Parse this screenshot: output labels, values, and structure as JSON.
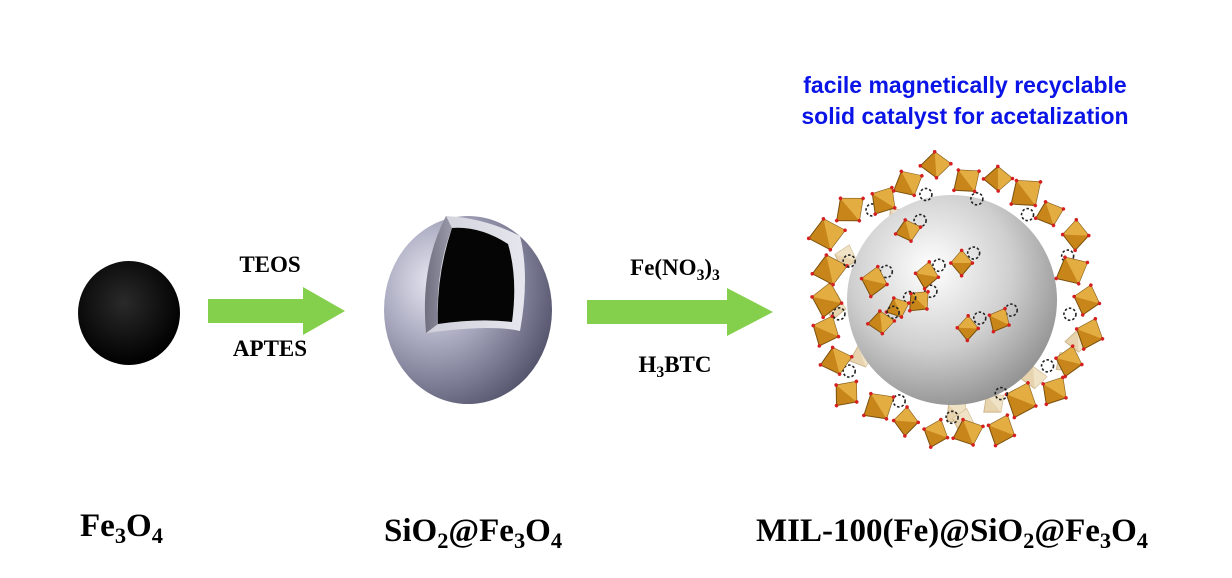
{
  "tagline": {
    "line1": "facile magnetically recyclable",
    "line2": "solid catalyst for acetalization"
  },
  "steps": [
    {
      "above": "TEOS",
      "below": "APTES"
    },
    {
      "above_main": "Fe(NO",
      "above_sub": "3",
      "above_tail": ")",
      "above_tail_sub": "3",
      "below_main": "H",
      "below_sub": "3",
      "below_tail": "BTC"
    }
  ],
  "products": {
    "p1": {
      "a": "Fe",
      "a_sub": "3",
      "b": "O",
      "b_sub": "4"
    },
    "p2": {
      "a": "SiO",
      "a_sub": "2",
      "b": "@Fe",
      "b_sub": "3",
      "c": "O",
      "c_sub": "4"
    },
    "p3": {
      "a": "MIL-100(Fe)@SiO",
      "a_sub": "2",
      "b": "@Fe",
      "b_sub": "3",
      "c": "O",
      "c_sub": "4"
    }
  },
  "colors": {
    "arrow": "#84cf4b",
    "tagline": "#0a14e6",
    "framework": "#c8861a"
  }
}
